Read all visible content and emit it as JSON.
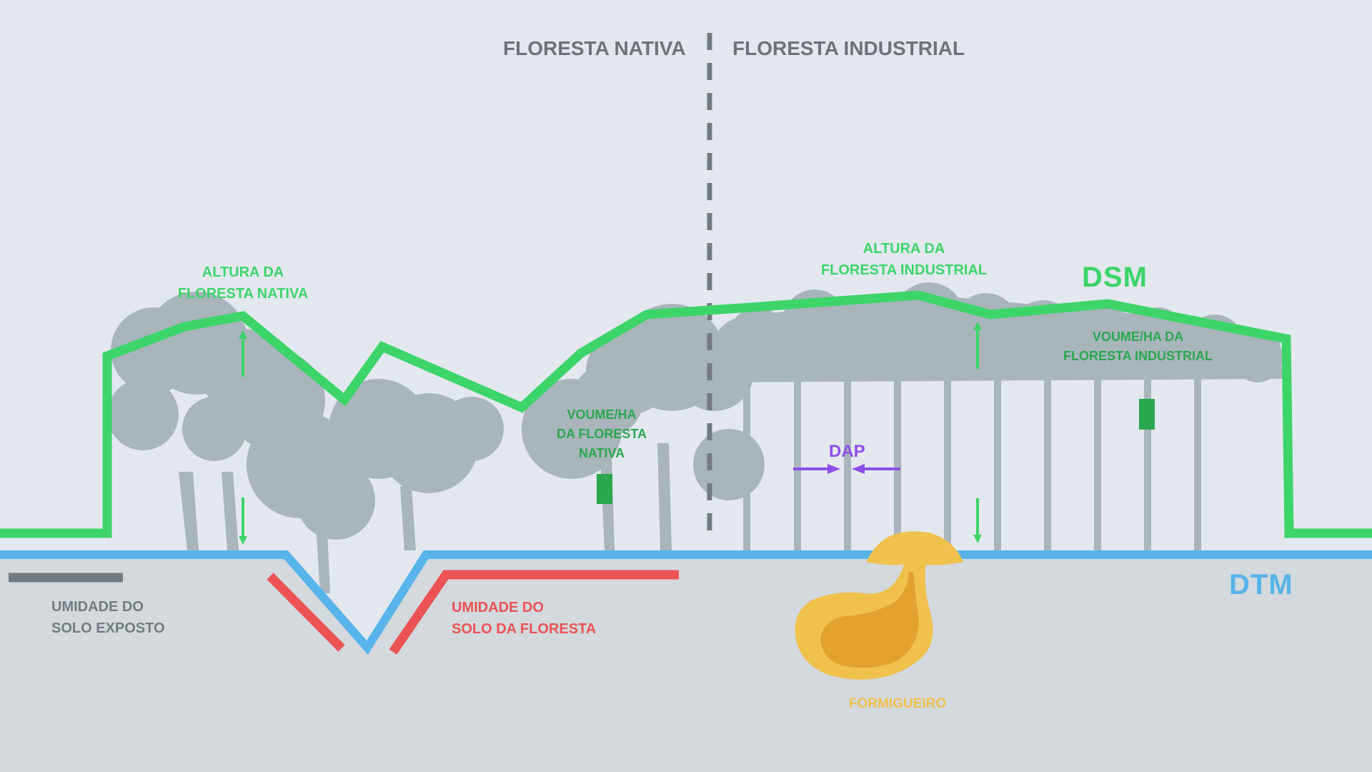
{
  "header": {
    "native": "FLORESTA NATIVA",
    "industrial": "FLORESTA INDUSTRIAL"
  },
  "labels": {
    "altura_nativa_1": "ALTURA DA",
    "altura_nativa_2": "FLORESTA NATIVA",
    "altura_industrial_1": "ALTURA DA",
    "altura_industrial_2": "FLORESTA INDUSTRIAL",
    "dsm": "DSM",
    "dtm": "DTM",
    "volume_industrial_1": "VOUME/HA DA",
    "volume_industrial_2": "FLORESTA INDUSTRIAL",
    "volume_nativa_1": "VOUME/HA",
    "volume_nativa_2": "DA FLORESTA",
    "volume_nativa_3": "NATIVA",
    "dap": "DAP",
    "umidade_exposto_1": "UMIDADE DO",
    "umidade_exposto_2": "SOLO EXPOSTO",
    "umidade_floresta_1": "UMIDADE DO",
    "umidade_floresta_2": "SOLO DA FLORESTA",
    "formigueiro": "FORMIGUEIRO"
  },
  "colors": {
    "background": "#e3e8ef",
    "ground": "#d3d9dd",
    "tree": "#a8b5bb",
    "dsm": "#3dd46a",
    "dsm_label": "#3dd46a",
    "volume_box": "#2aa74f",
    "dtm": "#58b4ea",
    "soil_forest": "#ec5355",
    "soil_exposed": "#737b80",
    "header": "#6d7479",
    "dap": "#8d4fe8",
    "anthill": "#f0c14d",
    "anthill_core": "#e3a12f"
  }
}
